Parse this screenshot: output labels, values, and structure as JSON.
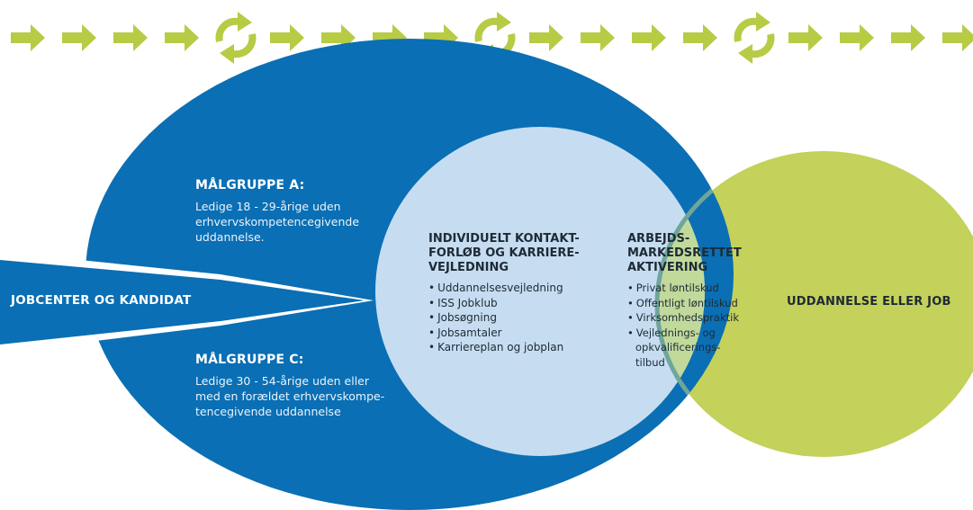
{
  "colors": {
    "blue": "#0a6fb4",
    "light_blue": "#c6ddf1",
    "green": "#c4d15a",
    "overlap_green": "#c2d99c",
    "arrow_green": "#b8cb45"
  },
  "top_flow": {
    "sequence": [
      "arrow",
      "arrow",
      "arrow",
      "arrow",
      "cycle",
      "arrow",
      "arrow",
      "arrow",
      "arrow",
      "cycle",
      "arrow",
      "arrow",
      "arrow",
      "arrow",
      "cycle",
      "arrow",
      "arrow",
      "arrow",
      "arrow"
    ]
  },
  "target_group_a": {
    "title": "MÅLGRUPPE A:",
    "lines": [
      "Ledige 18 - 29-årige uden",
      "erhvervskompetencegivende",
      "uddannelse."
    ]
  },
  "target_group_c": {
    "title": "MÅLGRUPPE C:",
    "lines": [
      "Ledige 30 - 54-årige uden eller",
      "med en forældet erhvervskompe-",
      "tencegivende uddannelse"
    ]
  },
  "jobcenter_label": "JOBCENTER OG KANDIDAT",
  "contact_course": {
    "title_lines": [
      "INDIVIDUELT KONTAKT-",
      "FORLØB OG KARRIERE-",
      "VEJLEDNING"
    ],
    "items": [
      "Uddannelsesvejledning",
      "ISS Jobklub",
      "Jobsøgning",
      "Jobsamtaler",
      "Karriereplan og jobplan"
    ]
  },
  "activation": {
    "title_lines": [
      "ARBEJDS-",
      "MARKEDSRETTET",
      "AKTIVERING"
    ],
    "items": [
      "Privat løntilskud",
      "Offentligt løntilskud",
      "Virksomhedspraktik",
      "Vejlednings- og",
      "opkvalificerings-",
      "tilbud"
    ]
  },
  "outcome_label": "UDDANNELSE ELLER JOB"
}
